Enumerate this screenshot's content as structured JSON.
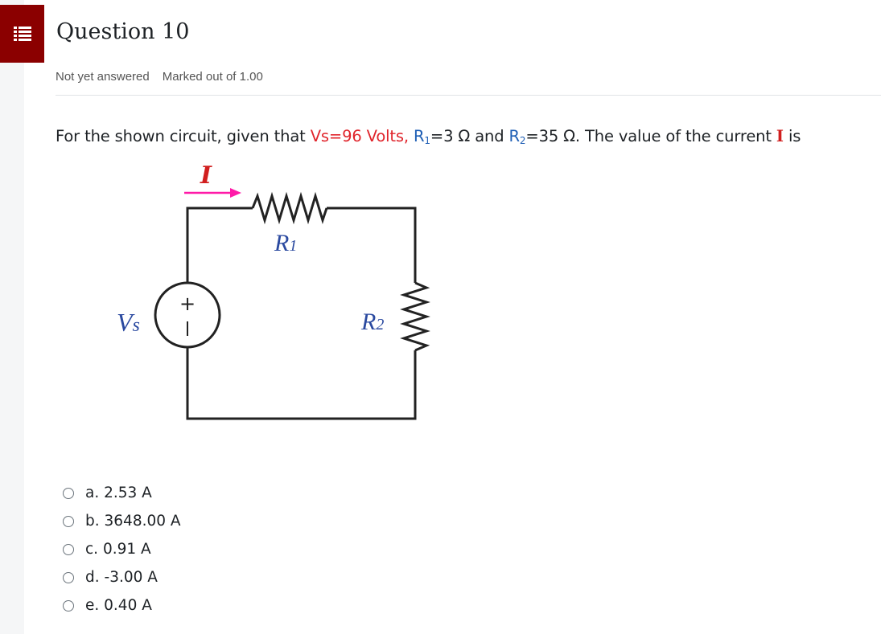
{
  "question": {
    "title": "Question 10",
    "status": "Not yet answered",
    "marked": "Marked out of 1.00",
    "text_prefix": "For the shown circuit, given that ",
    "vs_text": "Vs=96 Volts,",
    "r1_label": "R",
    "r1_sub": "1",
    "r1_value": "=3 Ω",
    "and_text": " and ",
    "r2_label": "R",
    "r2_sub": "2",
    "r2_value": "=35 Ω",
    "text_mid": ". The value of the current ",
    "current_symbol": "I",
    "text_suffix": " is"
  },
  "circuit": {
    "current_label": "I",
    "r1_label": "R",
    "r1_sub": "1",
    "r2_label": "R",
    "r2_sub": "2",
    "vs_label": "V",
    "vs_sub": "s",
    "plus": "+",
    "minus": "–"
  },
  "options": [
    {
      "letter": "a.",
      "value": "2.53 A"
    },
    {
      "letter": "b.",
      "value": "3648.00 A"
    },
    {
      "letter": "c.",
      "value": "0.91 A"
    },
    {
      "letter": "d.",
      "value": "-3.00 A"
    },
    {
      "letter": "e.",
      "value": "0.40 A"
    }
  ],
  "icons": {
    "nav": "list-icon"
  },
  "colors": {
    "nav_bg": "#8b0000",
    "highlight_red": "#e0242b",
    "highlight_blue": "#1f5fb5",
    "arrow_pink": "#ff1aa8"
  }
}
